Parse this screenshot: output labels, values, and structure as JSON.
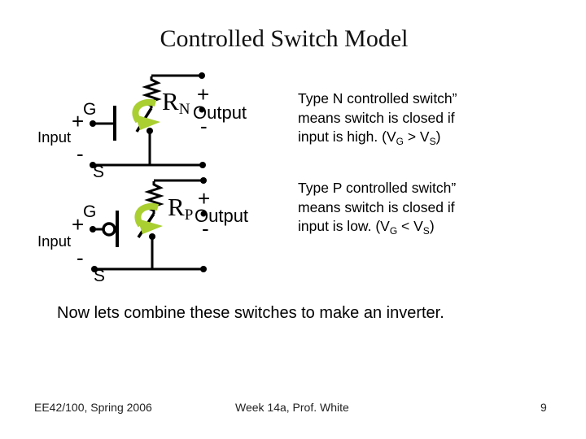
{
  "slide": {
    "title": "Controlled Switch Model",
    "bottom_note": "Now lets combine these switches to make an inverter.",
    "footer": {
      "course": "EE42/100, Spring 2006",
      "center": "Week 14a, Prof. White",
      "page": "9"
    }
  },
  "circuits": {
    "n": {
      "gate": "G",
      "source": "S",
      "input": "Input",
      "input_plus": "+",
      "input_minus": "-",
      "resistor": "R",
      "resistor_sub": "N",
      "output": "Output",
      "output_plus": "+",
      "output_minus": "-"
    },
    "p": {
      "gate": "G",
      "source": "S",
      "input": "Input",
      "input_plus": "+",
      "input_minus": "-",
      "resistor": "R",
      "resistor_sub": "P",
      "output": "Output",
      "output_plus": "+",
      "output_minus": "-"
    }
  },
  "notes": {
    "n": {
      "line1": "Type N controlled switch”",
      "line2": "means switch is closed if",
      "line3a": "input is high. (V",
      "line3a_sub": "G",
      "line3b": " > V",
      "line3b_sub": "S",
      "line3c": ")"
    },
    "p": {
      "line1": "Type P controlled switch”",
      "line2": "means switch is closed if",
      "line3a": "input is low. (V",
      "line3a_sub": "G",
      "line3b": " < V",
      "line3b_sub": "S",
      "line3c": ")"
    }
  },
  "colors": {
    "arrow_green": "#a9cf30",
    "ink": "#000000"
  }
}
